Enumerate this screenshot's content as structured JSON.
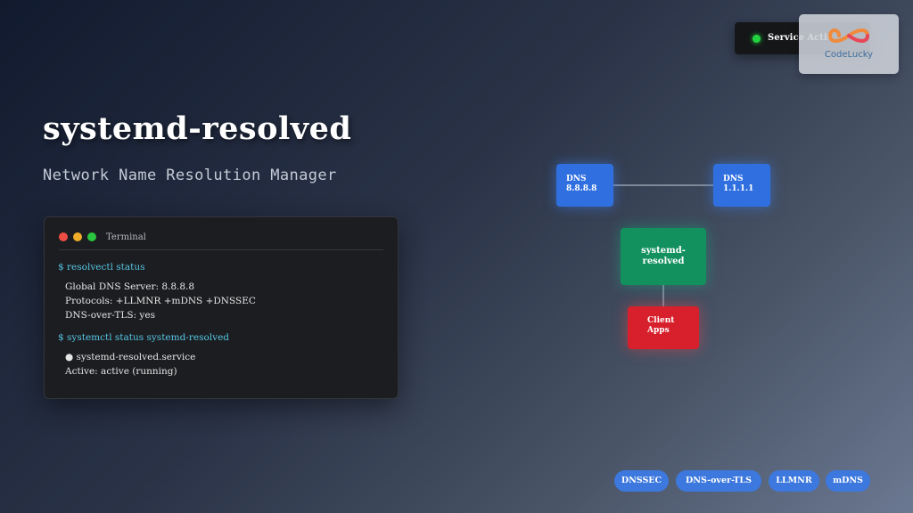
{
  "page": {
    "title": "systemd-resolved",
    "subtitle": "Network Name Resolution Manager"
  },
  "status": {
    "text": "Service Activ",
    "indicator_color": "#22d33f"
  },
  "logo": {
    "name": "CodeLucky"
  },
  "terminal": {
    "title": "Terminal",
    "lines": [
      {
        "kind": "command",
        "text": "$ resolvectl status"
      },
      {
        "kind": "output",
        "text": "Global DNS Server: 8.8.8.8"
      },
      {
        "kind": "output",
        "text": "Protocols: +LLMNR +mDNS +DNSSEC"
      },
      {
        "kind": "output",
        "text": "DNS-over-TLS: yes"
      },
      {
        "kind": "command",
        "text": "$ systemctl status systemd-resolved"
      },
      {
        "kind": "output",
        "text": "● systemd-resolved.service"
      },
      {
        "kind": "output",
        "text": "Active: active (running)"
      }
    ]
  },
  "diagram": {
    "dns_primary": {
      "line1": "DNS",
      "line2": "8.8.8.8"
    },
    "dns_secondary": {
      "line1": "DNS",
      "line2": "1.1.1.1"
    },
    "core": {
      "line1": "systemd-",
      "line2": "resolved"
    },
    "client": {
      "line1": "Client",
      "line2": "Apps"
    }
  },
  "tags": [
    "DNSSEC",
    "DNS-over-TLS",
    "LLMNR",
    "mDNS"
  ],
  "colors": {
    "accent_blue": "#2f6fe0",
    "core_green": "#12915e",
    "client_red": "#d7202b",
    "command_cyan": "#56c7e6",
    "tag_blue": "#3c78de"
  }
}
